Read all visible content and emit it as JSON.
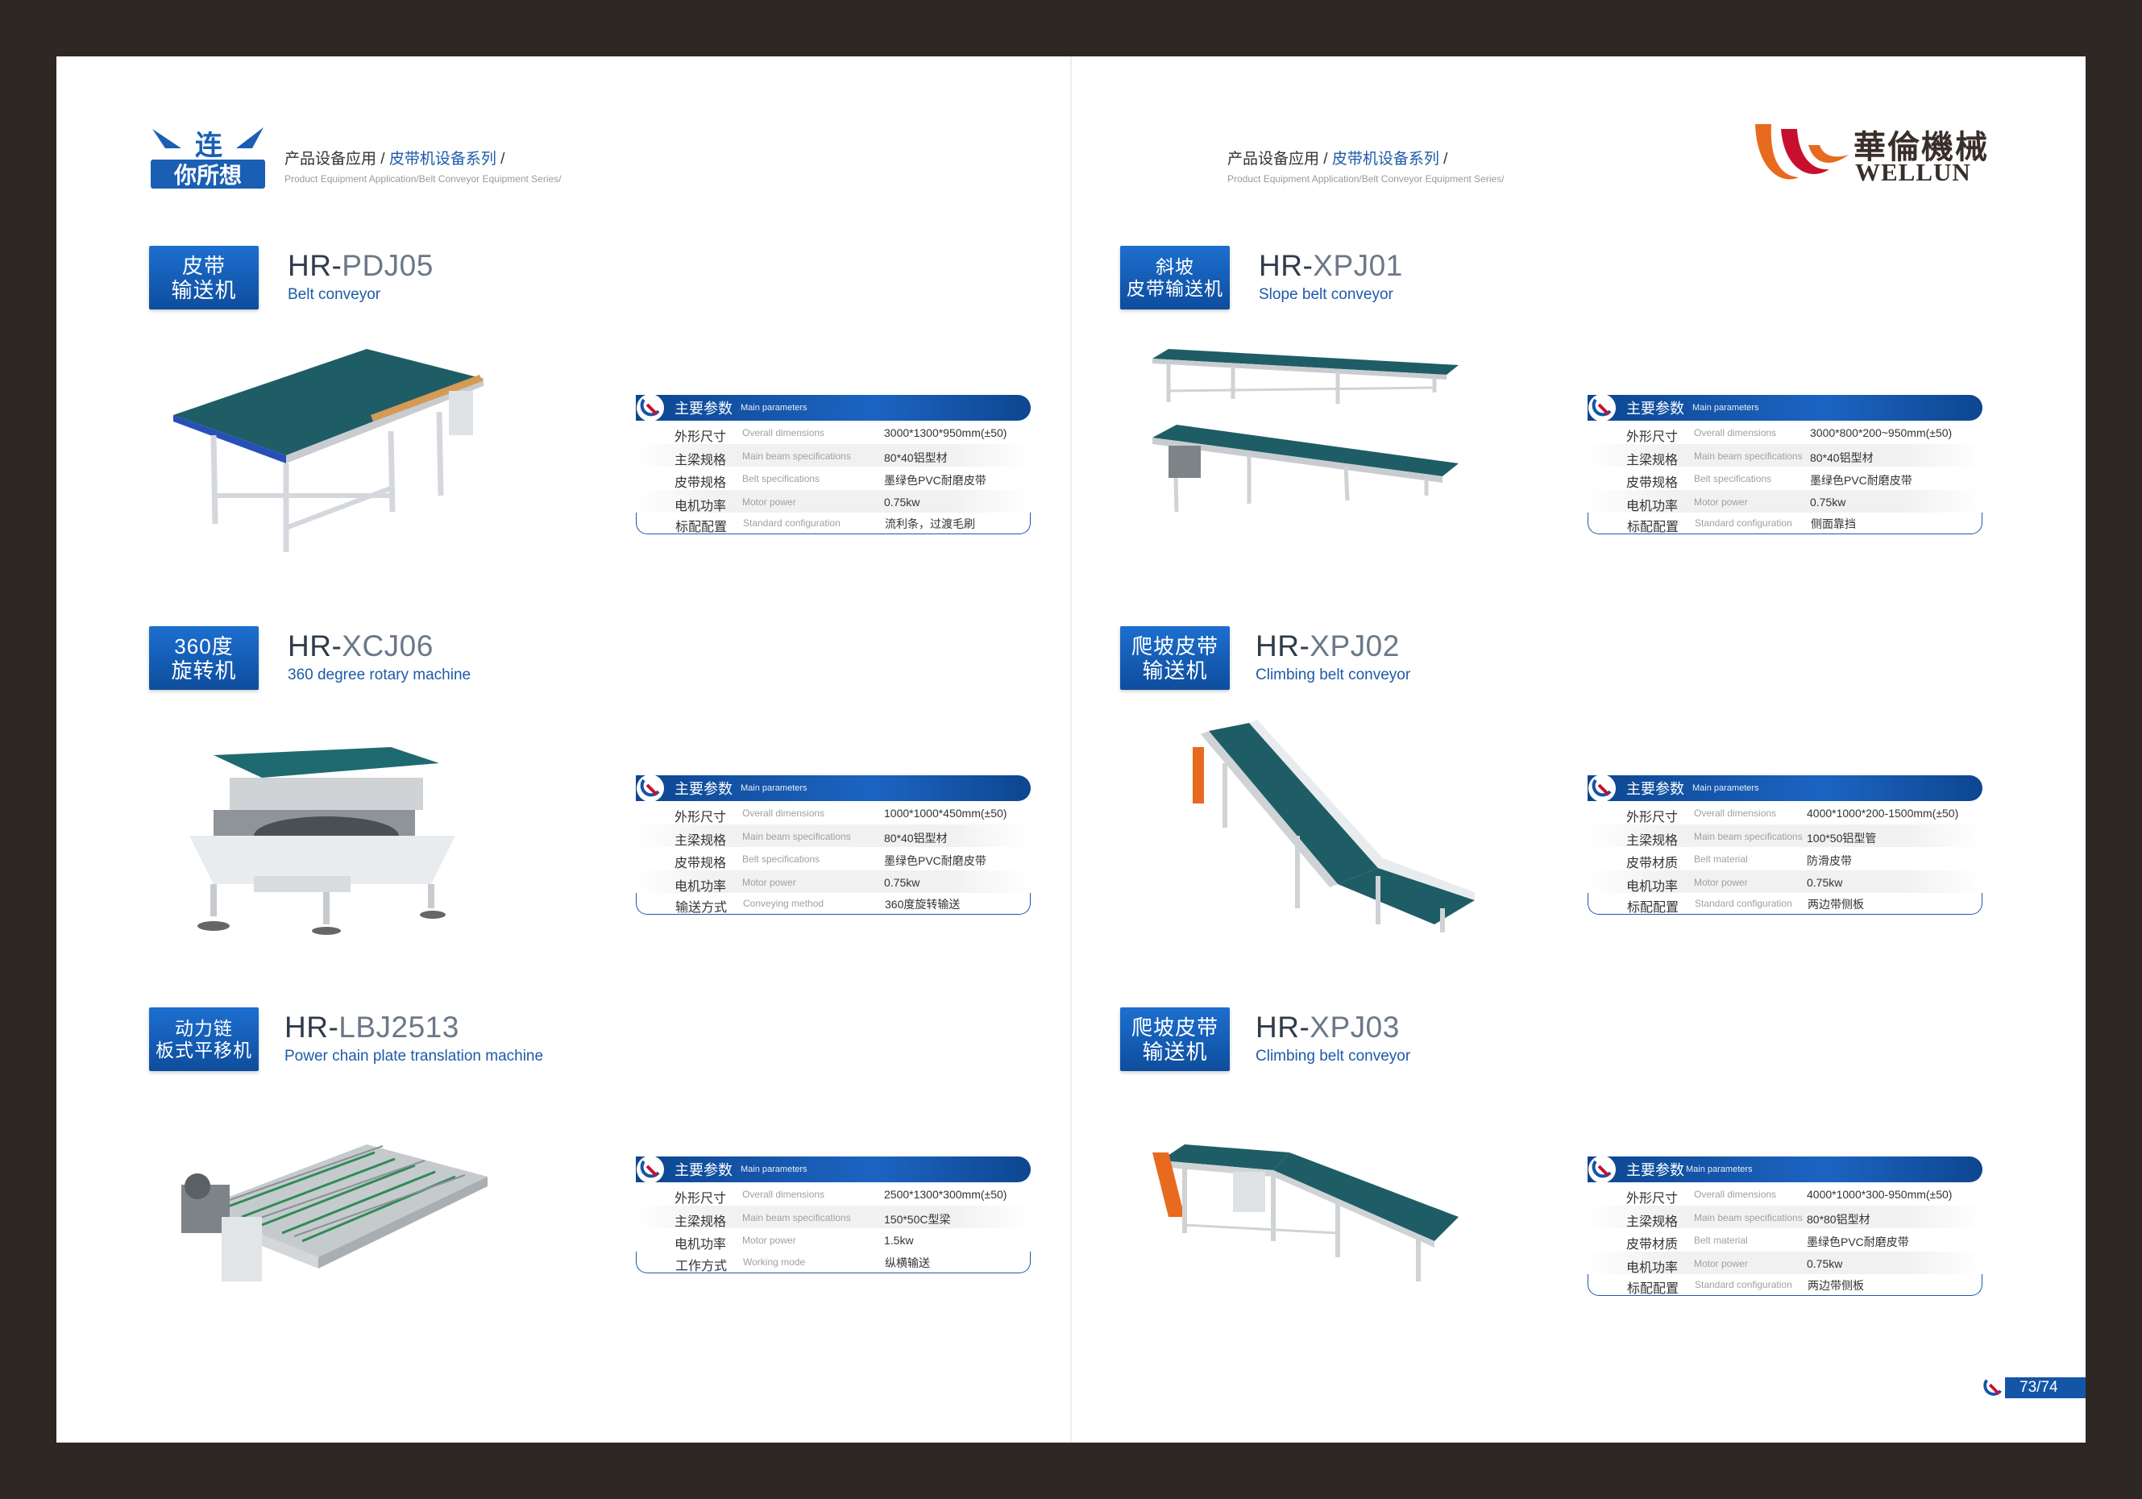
{
  "header": {
    "left": {
      "crumb_root": "产品设备应用 / ",
      "crumb_series": "皮带机设备系列",
      "crumb_tail": " /",
      "crumb_en": "Product Equipment Application/Belt Conveyor Equipment Series/",
      "logo_text_top": "连",
      "logo_text_bottom": "你所想"
    },
    "right": {
      "crumb_root": "产品设备应用 / ",
      "crumb_series": "皮带机设备系列",
      "crumb_tail": " /",
      "crumb_en": "Product Equipment Application/Belt Conveyor Equipment Series/",
      "brand_cn": "華倫機械",
      "brand_en": "WELLUN"
    }
  },
  "param_title_cn": "主要参数",
  "param_title_en": "Main parameters",
  "products": [
    {
      "badge": [
        "皮带",
        "输送机"
      ],
      "model_prefix": "HR-",
      "model_code": "PDJ05",
      "subtitle": "Belt conveyor",
      "params": [
        {
          "cn": "外形尺寸",
          "en": "Overall dimensions",
          "val": "3000*1300*950mm(±50)"
        },
        {
          "cn": "主梁规格",
          "en": "Main beam specifications",
          "val": "80*40铝型材"
        },
        {
          "cn": "皮带规格",
          "en": "Belt specifications",
          "val": "墨绿色PVC耐磨皮带"
        },
        {
          "cn": "电机功率",
          "en": "Motor power",
          "val": "0.75kw"
        },
        {
          "cn": "标配配置",
          "en": "Standard configuration",
          "val": "流利条，过渡毛刷"
        }
      ]
    },
    {
      "badge": [
        "360度",
        "旋转机"
      ],
      "model_prefix": "HR-",
      "model_code": "XCJ06",
      "subtitle": "360 degree rotary machine",
      "params": [
        {
          "cn": "外形尺寸",
          "en": "Overall dimensions",
          "val": "1000*1000*450mm(±50)"
        },
        {
          "cn": "主梁规格",
          "en": "Main beam specifications",
          "val": "80*40铝型材"
        },
        {
          "cn": "皮带规格",
          "en": "Belt specifications",
          "val": "墨绿色PVC耐磨皮带"
        },
        {
          "cn": "电机功率",
          "en": "Motor power",
          "val": "0.75kw"
        },
        {
          "cn": "输送方式",
          "en": "Conveying method",
          "val": "360度旋转输送"
        }
      ]
    },
    {
      "badge": [
        "动力链",
        "板式平移机"
      ],
      "model_prefix": "HR-",
      "model_code": "LBJ2513",
      "subtitle": "Power chain plate translation machine",
      "params": [
        {
          "cn": "外形尺寸",
          "en": "Overall dimensions",
          "val": "2500*1300*300mm(±50)"
        },
        {
          "cn": "主梁规格",
          "en": "Main beam specifications",
          "val": "150*50C型梁"
        },
        {
          "cn": "电机功率",
          "en": "Motor power",
          "val": "1.5kw"
        },
        {
          "cn": "工作方式",
          "en": "Working mode",
          "val": "纵横输送"
        }
      ]
    },
    {
      "badge": [
        "斜坡",
        "皮带输送机"
      ],
      "model_prefix": "HR-",
      "model_code": "XPJ01",
      "subtitle": "Slope belt conveyor",
      "params": [
        {
          "cn": "外形尺寸",
          "en": "Overall dimensions",
          "val": "3000*800*200~950mm(±50)"
        },
        {
          "cn": "主梁规格",
          "en": "Main beam specifications",
          "val": "80*40铝型材"
        },
        {
          "cn": "皮带规格",
          "en": "Belt specifications",
          "val": "墨绿色PVC耐磨皮带"
        },
        {
          "cn": "电机功率",
          "en": "Motor power",
          "val": "0.75kw"
        },
        {
          "cn": "标配配置",
          "en": "Standard configuration",
          "val": "侧面靠挡"
        }
      ]
    },
    {
      "badge": [
        "爬坡皮带",
        "输送机"
      ],
      "model_prefix": "HR-",
      "model_code": "XPJ02",
      "subtitle": "Climbing belt conveyor",
      "params": [
        {
          "cn": "外形尺寸",
          "en": "Overall dimensions",
          "val": "4000*1000*200-1500mm(±50)"
        },
        {
          "cn": "主梁规格",
          "en": "Main beam specifications",
          "val": "100*50铝型管"
        },
        {
          "cn": "皮带材质",
          "en": "Belt material",
          "val": "防滑皮带"
        },
        {
          "cn": "电机功率",
          "en": "Motor power",
          "val": "0.75kw"
        },
        {
          "cn": "标配配置",
          "en": "Standard configuration",
          "val": "两边带侧板"
        }
      ]
    },
    {
      "badge": [
        "爬坡皮带",
        "输送机"
      ],
      "model_prefix": "HR-",
      "model_code": "XPJ03",
      "subtitle": "Climbing belt conveyor",
      "params": [
        {
          "cn": "外形尺寸",
          "en": "Overall dimensions",
          "val": "4000*1000*300-950mm(±50)"
        },
        {
          "cn": "主梁规格",
          "en": "Main beam specifications",
          "val": "80*80铝型材"
        },
        {
          "cn": "皮带材质",
          "en": "Belt material",
          "val": "墨绿色PVC耐磨皮带"
        },
        {
          "cn": "电机功率",
          "en": "Motor power",
          "val": "0.75kw"
        },
        {
          "cn": "标配配置",
          "en": "Standard configuration",
          "val": "两边带侧板"
        }
      ]
    }
  ],
  "page_number": "73/74",
  "colors": {
    "brand_blue": "#1555a8",
    "belt_green": "#1f5d66",
    "brand_orange": "#e86a1f",
    "brand_red": "#c8102e"
  }
}
